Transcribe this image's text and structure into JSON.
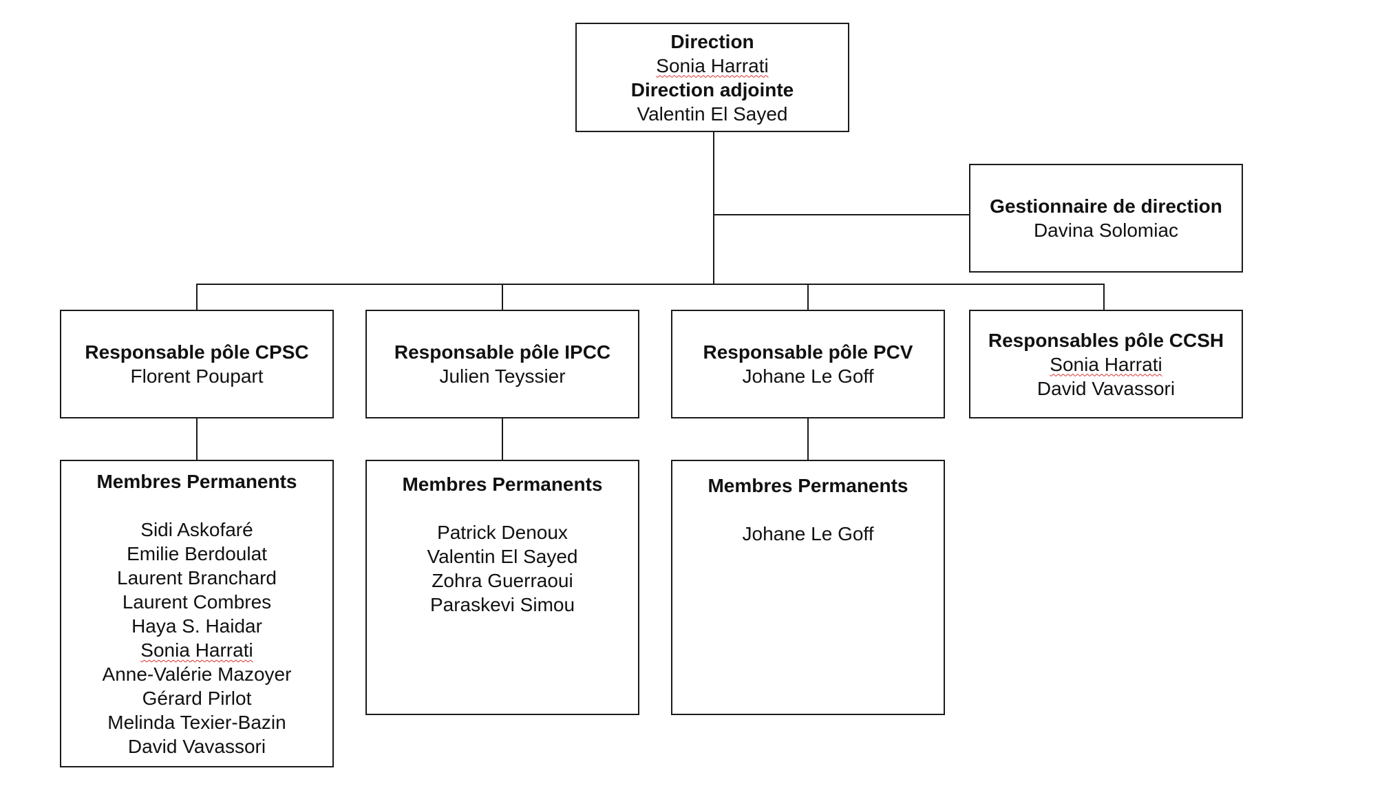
{
  "direction": {
    "title": "Direction",
    "name": "Sonia Harrati",
    "deputy_title": "Direction adjointe",
    "deputy_name": "Valentin El Sayed"
  },
  "management_assistant": {
    "title": "Gestionnaire de direction",
    "name": "Davina Solomiac"
  },
  "poles": [
    {
      "title": "Responsable pôle CPSC",
      "heads": [
        "Florent Poupart"
      ],
      "members_title": "Membres Permanents",
      "members": [
        "Sidi Askofaré",
        "Emilie Berdoulat",
        "Laurent Branchard",
        "Laurent Combres",
        "Haya S. Haidar",
        "Sonia Harrati",
        "Anne-Valérie Mazoyer",
        "Gérard Pirlot",
        "Melinda Texier-Bazin",
        "David Vavassori"
      ]
    },
    {
      "title": "Responsable pôle IPCC",
      "heads": [
        "Julien Teyssier"
      ],
      "members_title": "Membres Permanents",
      "members": [
        "Patrick Denoux",
        "Valentin El Sayed",
        "Zohra Guerraoui",
        "Paraskevi Simou"
      ]
    },
    {
      "title": "Responsable pôle PCV",
      "heads": [
        "Johane Le Goff"
      ],
      "members_title": "Membres Permanents",
      "members": [
        "Johane Le Goff"
      ]
    },
    {
      "title": "Responsables pôle CCSH",
      "heads": [
        "Sonia Harrati",
        "David Vavassori"
      ]
    }
  ]
}
